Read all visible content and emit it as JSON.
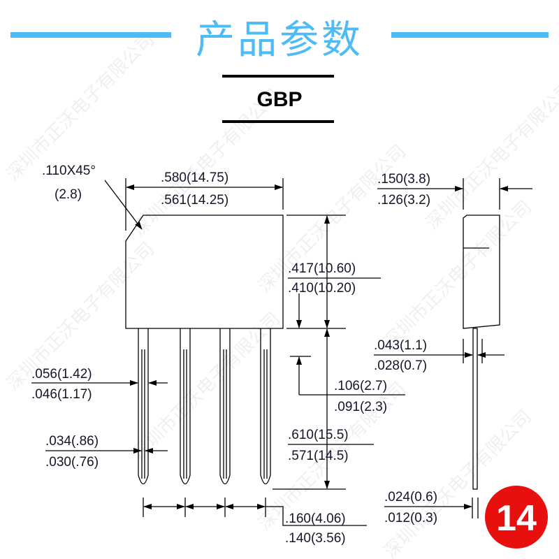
{
  "header": {
    "title": "产品参数",
    "package": "GBP",
    "accent": "#4dbbf5"
  },
  "watermark": "深圳市正沃电子有限公司",
  "dimensions": {
    "chamfer": {
      "top": ".110X45°",
      "bottom": "(2.8)"
    },
    "body_width": {
      "max": ".580(14.75)",
      "min": ".561(14.25)"
    },
    "body_height": {
      "max": ".417(10.60)",
      "min": ".410(10.20)"
    },
    "lead_shoulder": {
      "max": ".106(2.7)",
      "min": ".091(2.3)"
    },
    "lead_length": {
      "max": ".610(15.5)",
      "min": ".571(14.5)"
    },
    "lead_width_wide": {
      "max": ".056(1.42)",
      "min": ".046(1.17)"
    },
    "lead_width_narrow": {
      "max": ".034(.86)",
      "min": ".030(.76)"
    },
    "lead_pitch": {
      "max": ".160(4.06)",
      "min": ".140(3.56)"
    },
    "body_thickness": {
      "max": ".150(3.8)",
      "min": ".126(3.2)"
    },
    "lead_thickness_top": {
      "max": ".043(1.1)",
      "min": ".028(0.7)"
    },
    "lead_thickness_bottom": {
      "max": ".024(0.6)",
      "min": ".012(0.3)"
    }
  },
  "badge": {
    "number": "14",
    "color": "#e8100f"
  }
}
